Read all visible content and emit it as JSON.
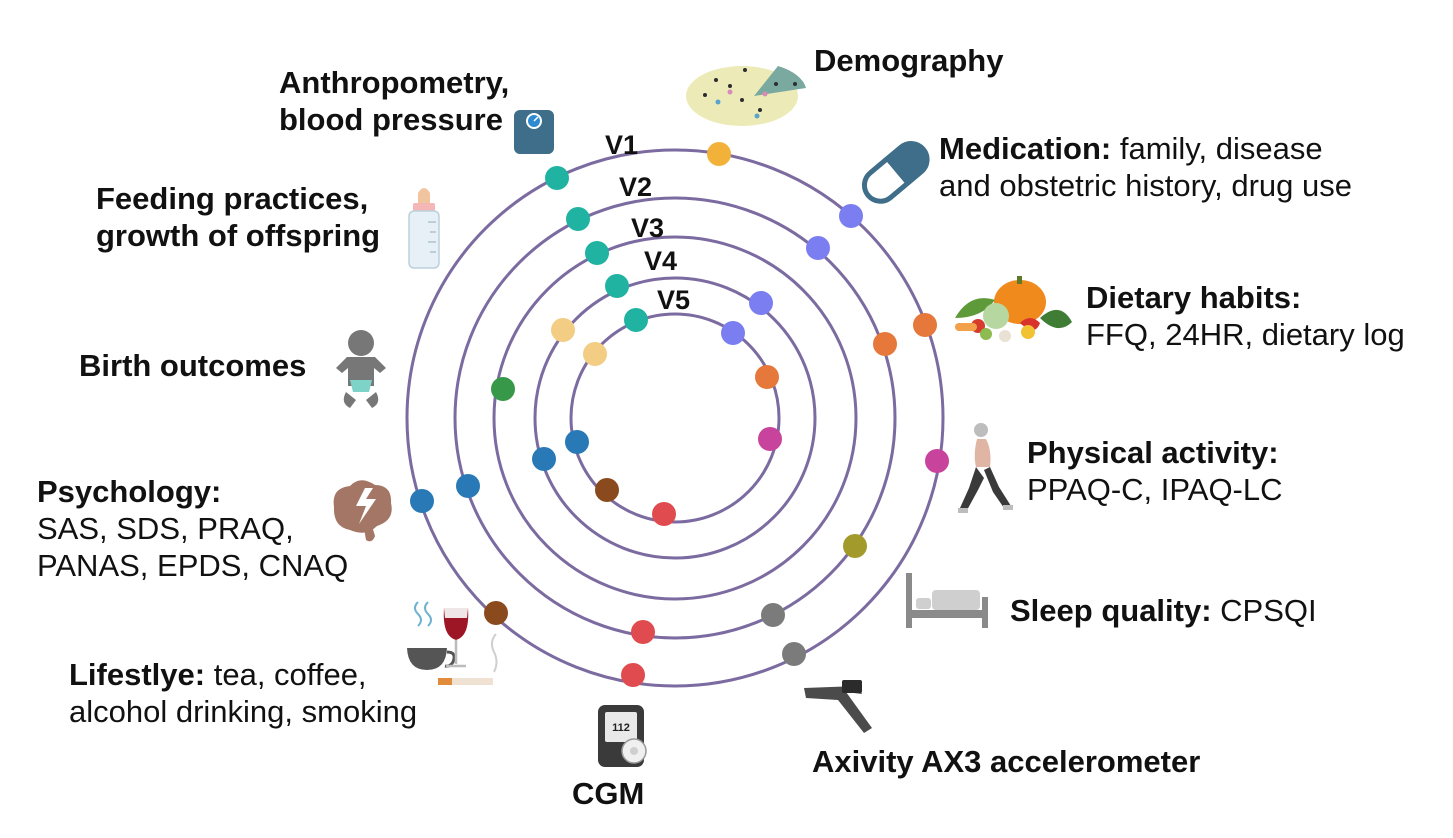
{
  "rings": [
    {
      "label": "V1"
    },
    {
      "label": "V2"
    },
    {
      "label": "V3"
    },
    {
      "label": "V4"
    },
    {
      "label": "V5"
    }
  ],
  "colors": {
    "ring": "#7b6ba0",
    "anthropometry": "#21b3a1",
    "demography": "#f2b23a",
    "medication": "#7a7ef0",
    "diet": "#e5783a",
    "activity": "#c8449c",
    "accelerometer_dark": "#a29a2a",
    "sleep": "#7b7b7b",
    "cgm": "#e04b4f",
    "lifestyle": "#8b4a1e",
    "psychology": "#2879b6",
    "birth": "#38984a",
    "feeding": "#f3cd84"
  },
  "labels": {
    "demography": {
      "bold": "Demography",
      "rest": ""
    },
    "anthropometry": {
      "line1": "Anthropometry,",
      "line2": "blood pressure"
    },
    "medication": {
      "bold": "Medication:",
      "rest1": " family, disease",
      "line2": "and obstetric history, drug use"
    },
    "feeding": {
      "line1": "Feeding practices,",
      "line2": "growth of offspring"
    },
    "dietary": {
      "bold": "Dietary habits:",
      "line2": "FFQ, 24HR, dietary log"
    },
    "birth": {
      "bold": "Birth outcomes"
    },
    "activity": {
      "bold": "Physical activity:",
      "line2": "PPAQ-C, IPAQ-LC"
    },
    "psychology": {
      "bold": "Psychology:",
      "line2": "SAS, SDS, PRAQ,",
      "line3": "PANAS, EPDS, CNAQ"
    },
    "sleep": {
      "bold": "Sleep quality:",
      "rest": " CPSQI"
    },
    "lifestyle": {
      "bold": "Lifestlye:",
      "rest1": " tea, coffee,",
      "line2": "alcohol drinking, smoking"
    },
    "accelerometer": {
      "bold": "Axivity AX3 accelerometer"
    },
    "cgm": {
      "bold": "CGM",
      "screen": "112"
    }
  },
  "icons": [
    "scale-icon",
    "demography-pie-icon",
    "pill-capsule-icon",
    "baby-bottle-icon",
    "vegetables-icon",
    "baby-icon",
    "runner-icon",
    "brain-icon",
    "bed-icon",
    "coffee-wine-cigarette-icon",
    "accelerometer-icon",
    "cgm-device-icon"
  ]
}
